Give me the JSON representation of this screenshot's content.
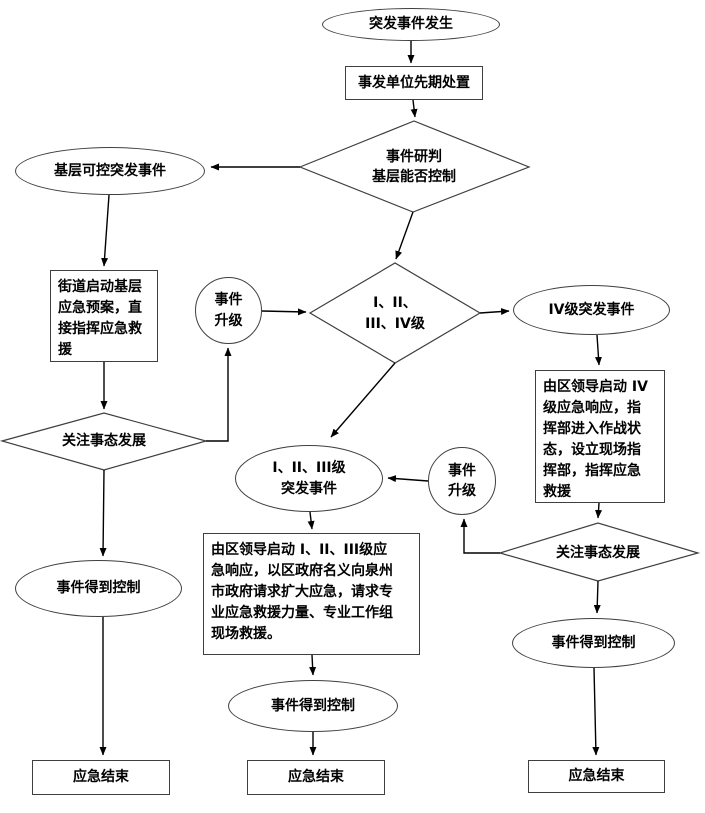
{
  "colors": {
    "background": "#ffffff",
    "shape_stroke": "#3f3f3f",
    "arrow": "#000000",
    "text": "#000000"
  },
  "flowchart": {
    "nodes": {
      "start": {
        "label": "突发事件发生"
      },
      "initial_disposal": {
        "label": "事发单位先期处置"
      },
      "judge_decision": {
        "label": "事件研判\n基层能否控制"
      },
      "grassroots_event": {
        "label": "基层可控突发事件"
      },
      "street_plan": {
        "label": "街道启动基层\n应急预案，直\n接指挥应急救\n援"
      },
      "escalate_1": {
        "label": "事件\n升级"
      },
      "level_decision": {
        "label": "I、II、\nIII、IV级"
      },
      "level4_event": {
        "label": "IV级突发事件"
      },
      "level4_response": {
        "label": "由区领导启动 IV\n级应急响应，指\n挥部进入作战状\n态，设立现场指\n挥部，指挥应急\n救援"
      },
      "watch_left": {
        "label": "关注事态发展"
      },
      "level123_event": {
        "label": "I、II、III级\n突发事件"
      },
      "escalate_2": {
        "label": "事件\n升级"
      },
      "level123_response": {
        "label": "由区领导启动 I、II、III级应\n急响应，以区政府名义向泉州\n市政府请求扩大应急，请求专\n业应急救援力量、专业工作组\n现场救援。"
      },
      "watch_right": {
        "label": "关注事态发展"
      },
      "controlled_left": {
        "label": "事件得到控制"
      },
      "controlled_mid": {
        "label": "事件得到控制"
      },
      "controlled_right": {
        "label": "事件得到控制"
      },
      "end_left": {
        "label": "应急结束"
      },
      "end_mid": {
        "label": "应急结束"
      },
      "end_right": {
        "label": "应急结束"
      }
    }
  }
}
